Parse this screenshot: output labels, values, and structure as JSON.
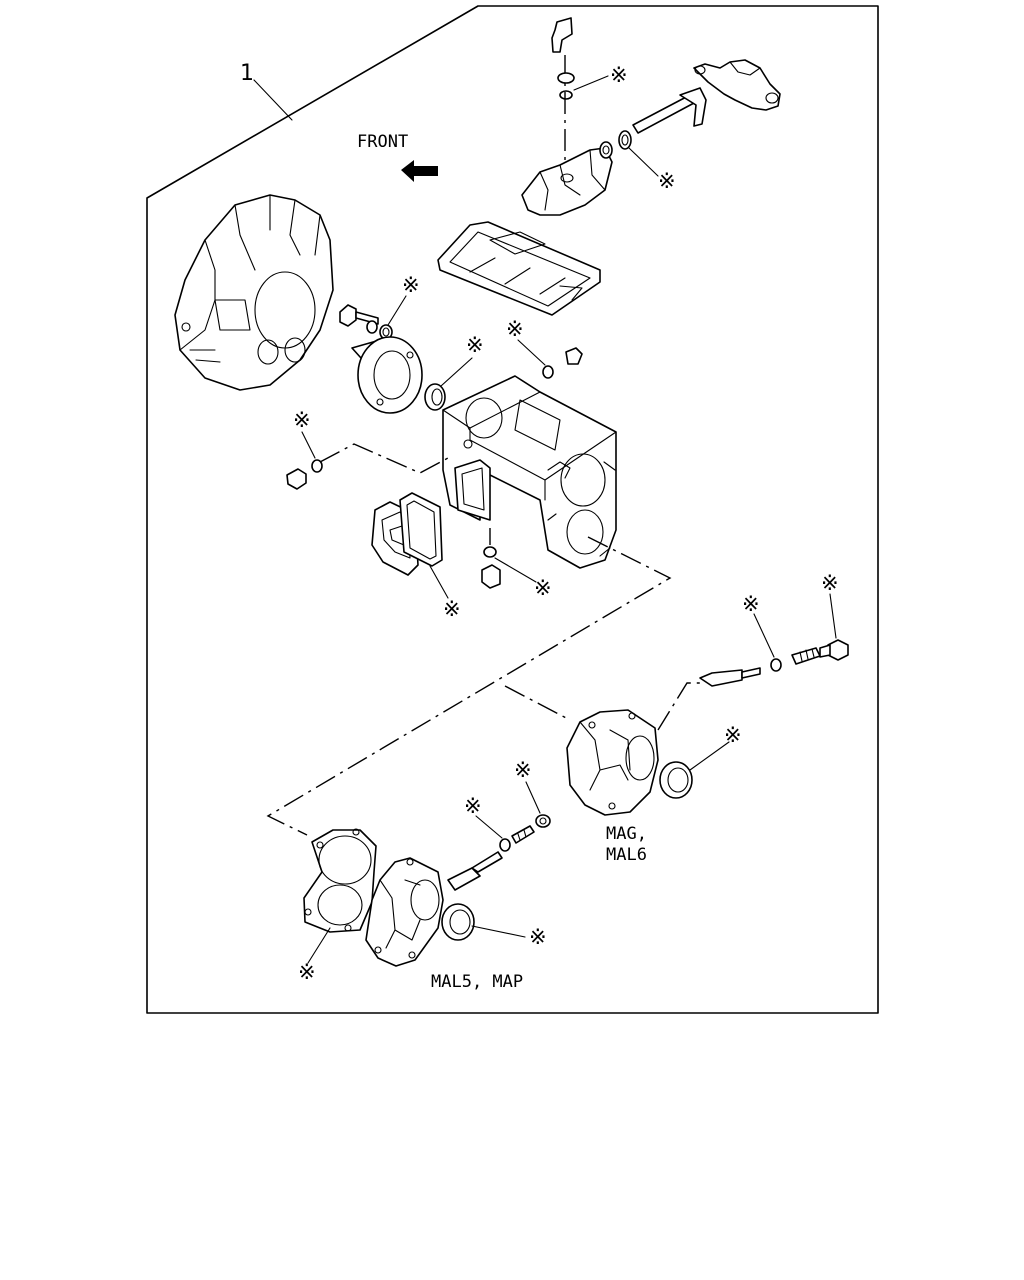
{
  "diagram": {
    "callout_number": "1",
    "front_label": "FRONT",
    "variant_a_line1": "MAG,",
    "variant_a_line2": "MAL6",
    "variant_b_label": "MAL5, MAP",
    "kit_mark": "※"
  }
}
